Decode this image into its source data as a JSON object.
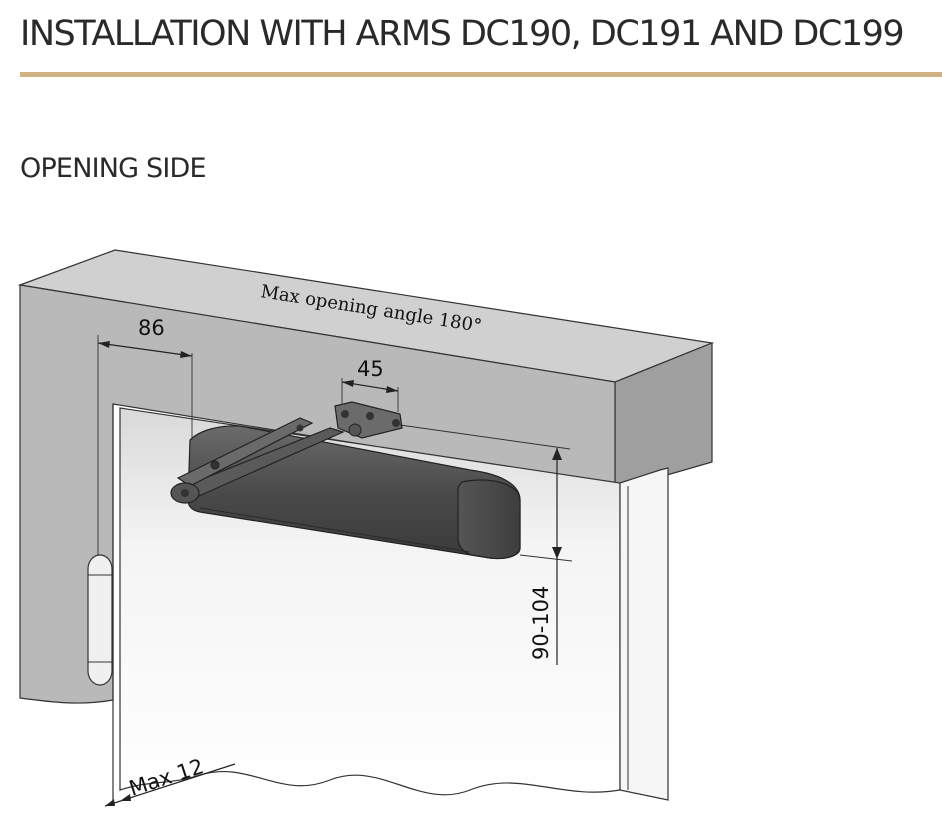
{
  "header": {
    "title": "INSTALLATION WITH ARMS DC190, DC191 AND DC199",
    "subtitle": "OPENING SIDE"
  },
  "diagram": {
    "header_text": "Max opening angle 180°",
    "dimensions": {
      "hinge_offset": "86",
      "bracket_width": "45",
      "height_range": "90-104",
      "max_gap": "Max 12"
    }
  },
  "colors": {
    "accent_rule": "#cfb482",
    "frame_face": "#b9b9b9",
    "frame_top": "#d0d0d0",
    "frame_side": "#9f9f9f",
    "closer_body": "#4d4d4d",
    "arm": "#5a5a5a"
  }
}
